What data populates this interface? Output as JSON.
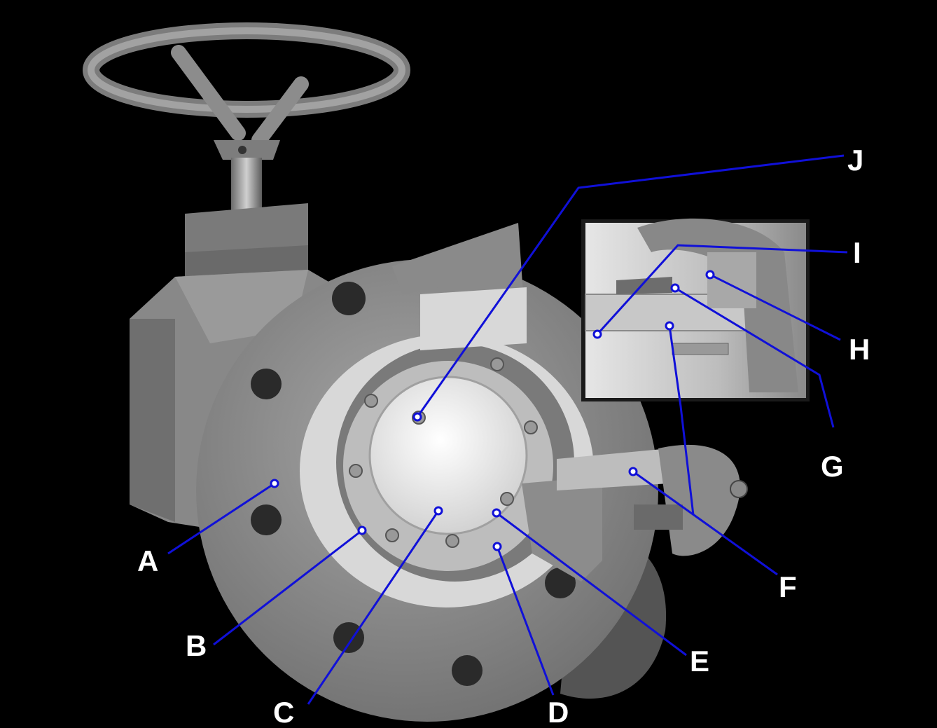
{
  "diagram": {
    "callouts": [
      {
        "id": "A",
        "label": "A"
      },
      {
        "id": "B",
        "label": "B"
      },
      {
        "id": "C",
        "label": "C"
      },
      {
        "id": "D",
        "label": "D"
      },
      {
        "id": "E",
        "label": "E"
      },
      {
        "id": "F",
        "label": "F"
      },
      {
        "id": "G",
        "label": "G"
      },
      {
        "id": "H",
        "label": "H"
      },
      {
        "id": "I",
        "label": "I"
      },
      {
        "id": "J",
        "label": "J"
      }
    ],
    "colors": {
      "background": "#000000",
      "leader": "#1010d8",
      "label": "#ffffff",
      "body": "#8e8e8e"
    }
  }
}
